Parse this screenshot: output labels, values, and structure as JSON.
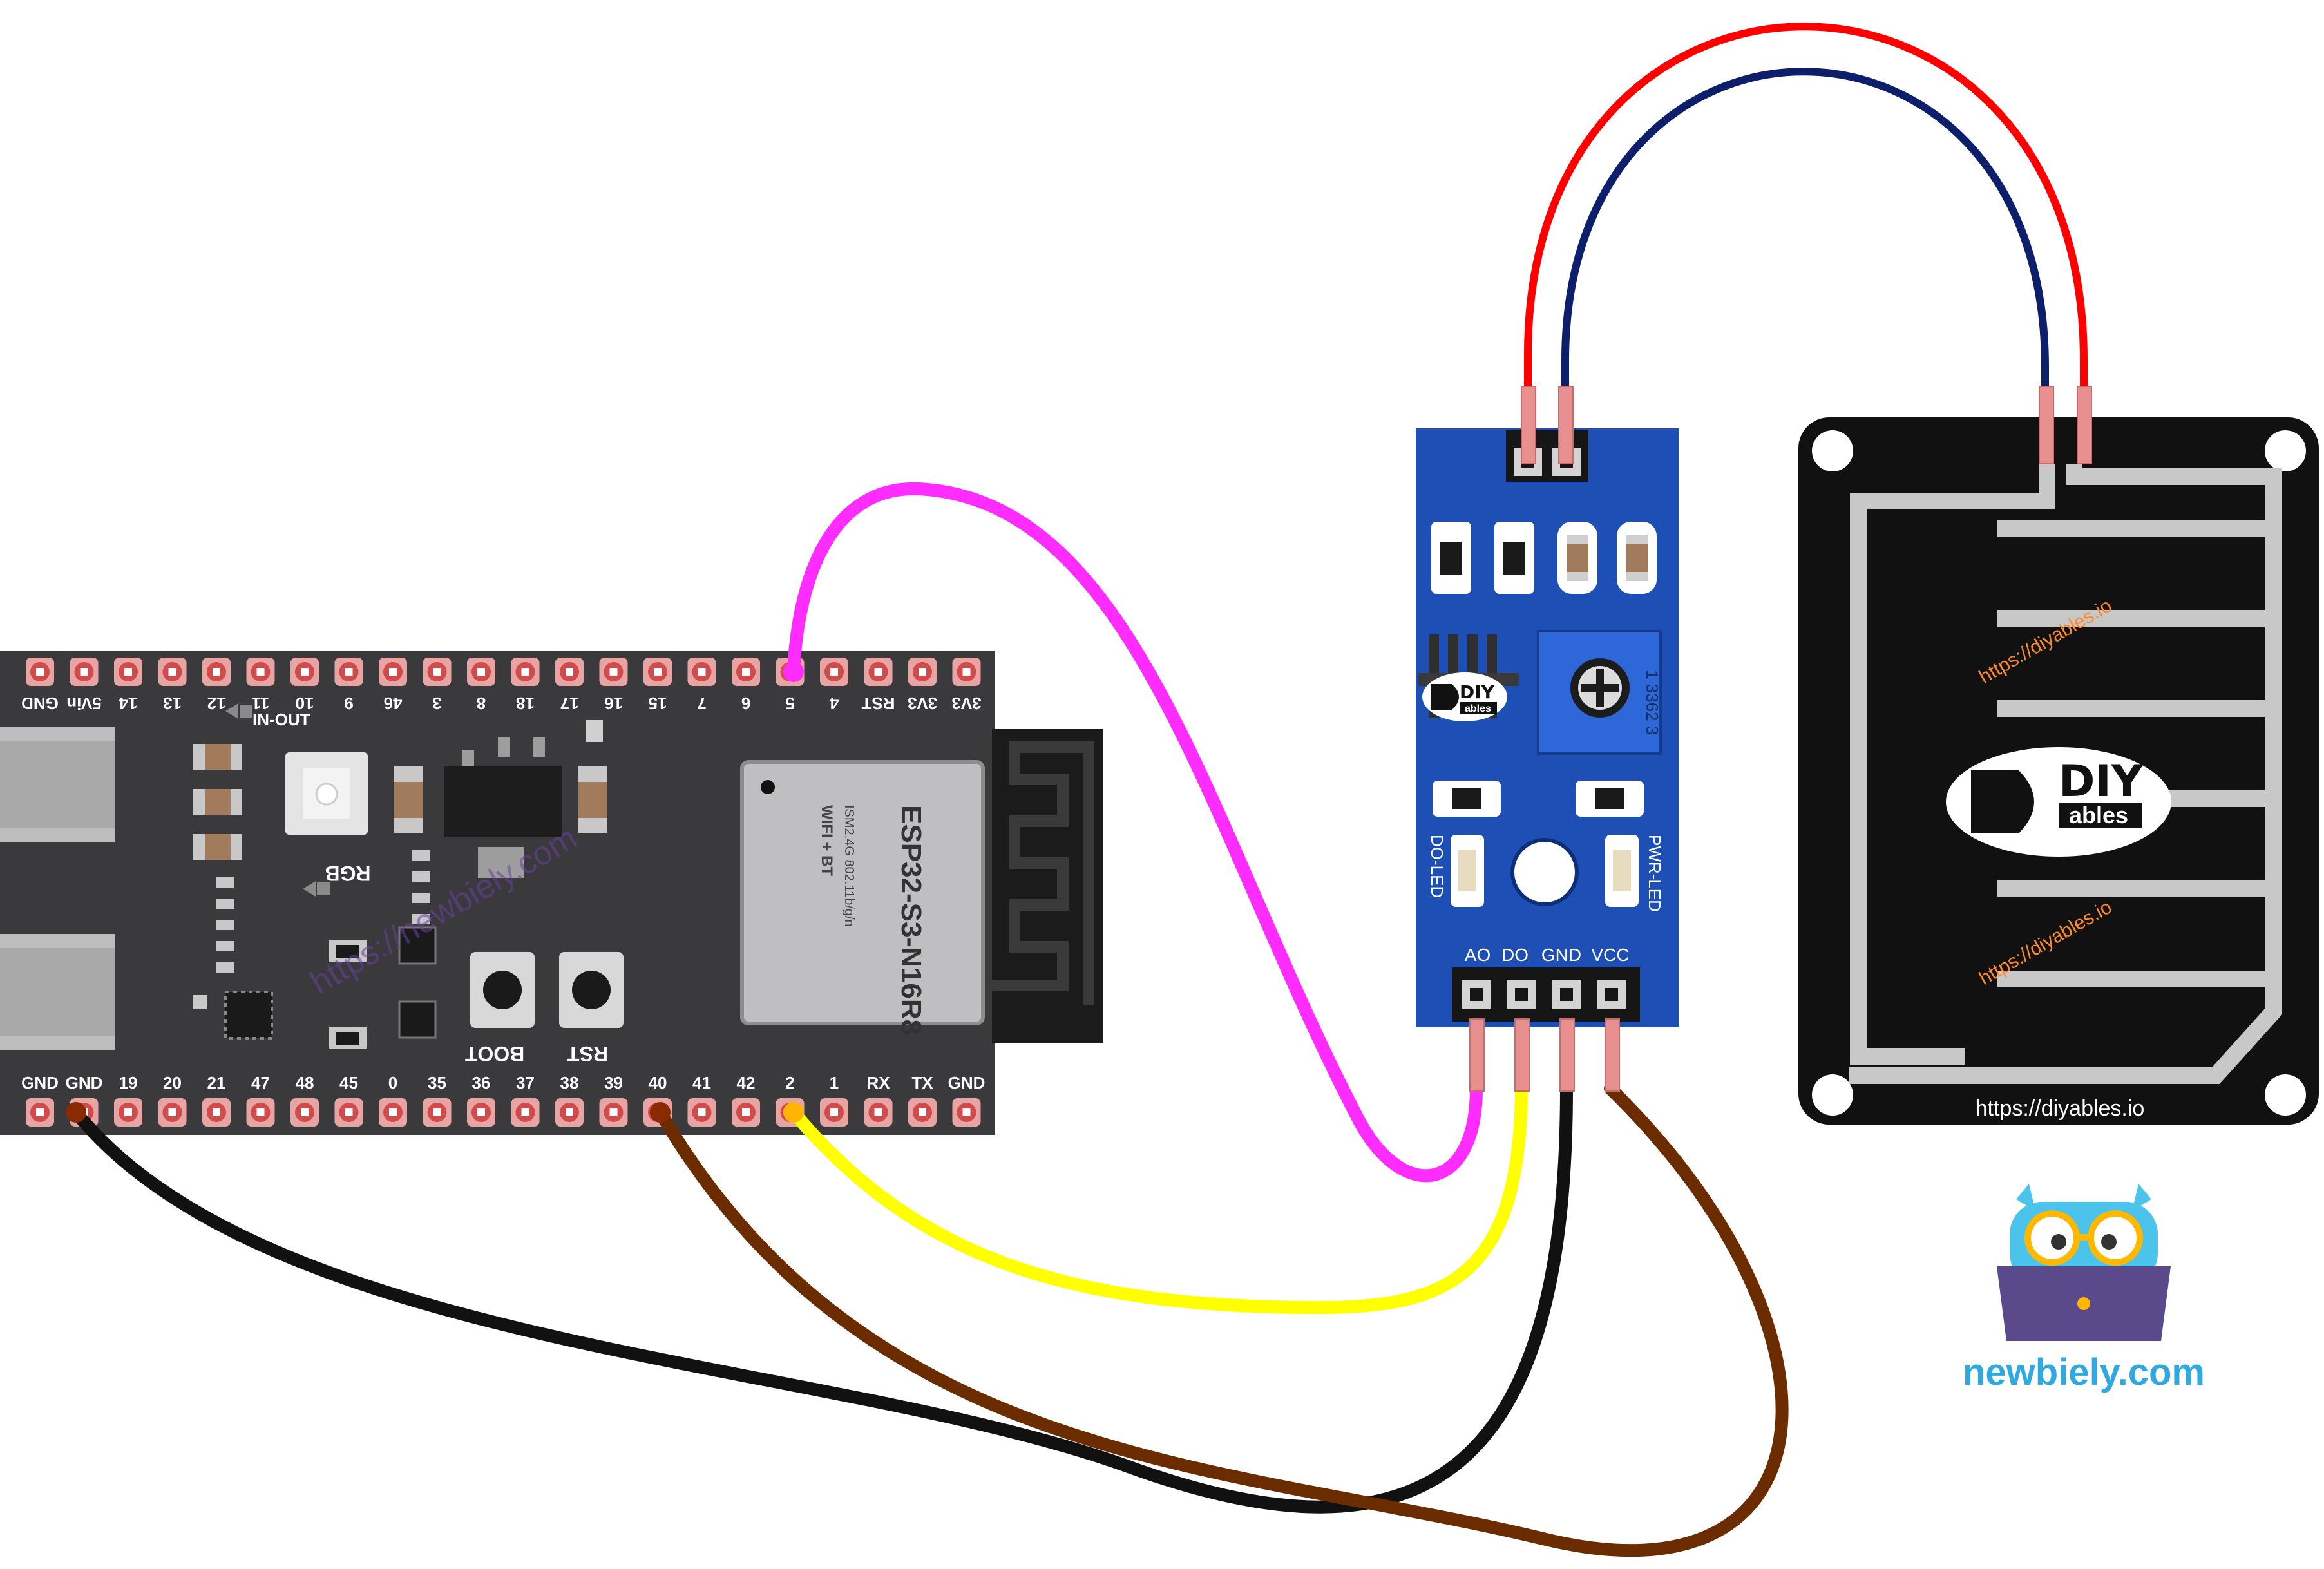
{
  "board": {
    "module_title": "ESP32-S3-N16R8",
    "module_line_wifi": "WIFI + BT",
    "module_line_ism": "ISM2.4G 802.11b/g/n",
    "label_in_out": "IN-OUT",
    "label_rgb": "RGB",
    "label_boot": "BOOT",
    "label_rst": "RST",
    "watermark": "https://newbiely.com",
    "top_pins": [
      "GND",
      "5Vin",
      "14",
      "13",
      "12",
      "11",
      "10",
      "9",
      "46",
      "3",
      "8",
      "18",
      "17",
      "16",
      "15",
      "7",
      "6",
      "5",
      "4",
      "RST",
      "3V3",
      "3V3"
    ],
    "bottom_pins": [
      "GND",
      "GND",
      "19",
      "20",
      "21",
      "47",
      "48",
      "45",
      "0",
      "35",
      "36",
      "37",
      "38",
      "39",
      "40",
      "41",
      "42",
      "2",
      "1",
      "RX",
      "TX",
      "GND"
    ]
  },
  "module": {
    "brand_top": "DIY",
    "brand_bottom": "ables",
    "pot_code": "1 3362 3",
    "do_led": "DO-LED",
    "pwr_led": "PWR-LED",
    "pins": [
      "AO",
      "DO",
      "GND",
      "VCC"
    ]
  },
  "sensor": {
    "brand_top": "DIY",
    "brand_bottom": "ables",
    "url": "https://diyables.io",
    "watermark_1": "https://diyables.io",
    "watermark_2": "https://diyables.io"
  },
  "logo": {
    "text": "newbiely.com"
  },
  "colors": {
    "board": "#3a3a3c",
    "module_pcb": "#1d4fb5",
    "sensor_pcb": "#111111",
    "trace": "#c8c8c8",
    "wire_ao": "#ff2cff",
    "wire_do": "#ffff00",
    "wire_gnd": "#111111",
    "wire_vcc": "#6b2d00",
    "wire_red": "#ff0000",
    "wire_blue": "#0d1f6b",
    "logo_text": "#2fa9e0"
  }
}
